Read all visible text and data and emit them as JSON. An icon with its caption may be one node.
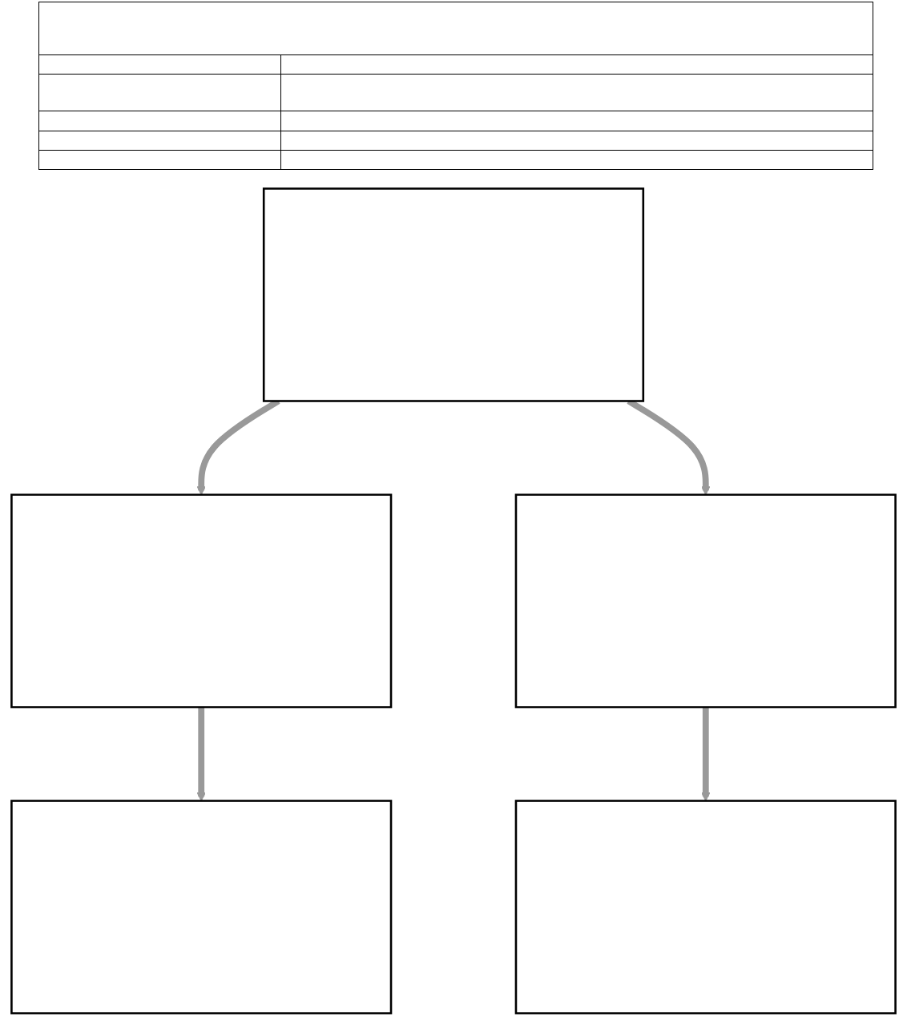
{
  "diagram": {
    "nodes": [
      {
        "text": [],
        "shape": "box"
      },
      {
        "text": [],
        "shape": "box"
      },
      {
        "text": [],
        "shape": "box"
      },
      {
        "text": [],
        "shape": "box"
      },
      {
        "text": [],
        "shape": "box"
      }
    ],
    "edges": [
      {
        "from": 0,
        "to": 1,
        "arrow": "to"
      },
      {
        "from": 0,
        "to": 2,
        "arrow": "to"
      },
      {
        "from": 1,
        "to": 3,
        "arrow": "to"
      },
      {
        "from": 2,
        "to": 4,
        "arrow": "to"
      }
    ]
  }
}
